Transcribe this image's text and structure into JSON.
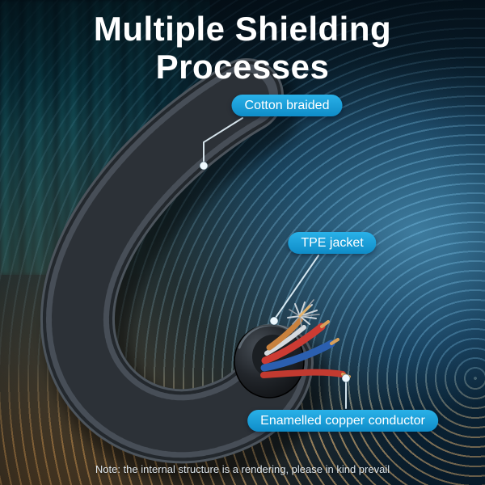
{
  "title": {
    "line1": "Multiple Shielding",
    "line2": "Processes"
  },
  "callouts": {
    "cotton": {
      "label": "Cotton braided"
    },
    "tpe": {
      "label": "TPE jacket"
    },
    "conductor": {
      "label": "Enamelled copper conductor"
    }
  },
  "note": {
    "text": "Note: the internal structure is a rendering, please in kind prevail"
  },
  "colors": {
    "badge_top": "#2ab1e8",
    "badge_bottom": "#0f8cc8",
    "ring": "#8cd7ff",
    "warm_ring": "#ebaa5a",
    "cable_braid": "#3d434b",
    "wire_red": "#cc3b33",
    "wire_blue": "#2b5fb0",
    "wire_copper": "#c8813d",
    "title_text": "#ffffff"
  }
}
